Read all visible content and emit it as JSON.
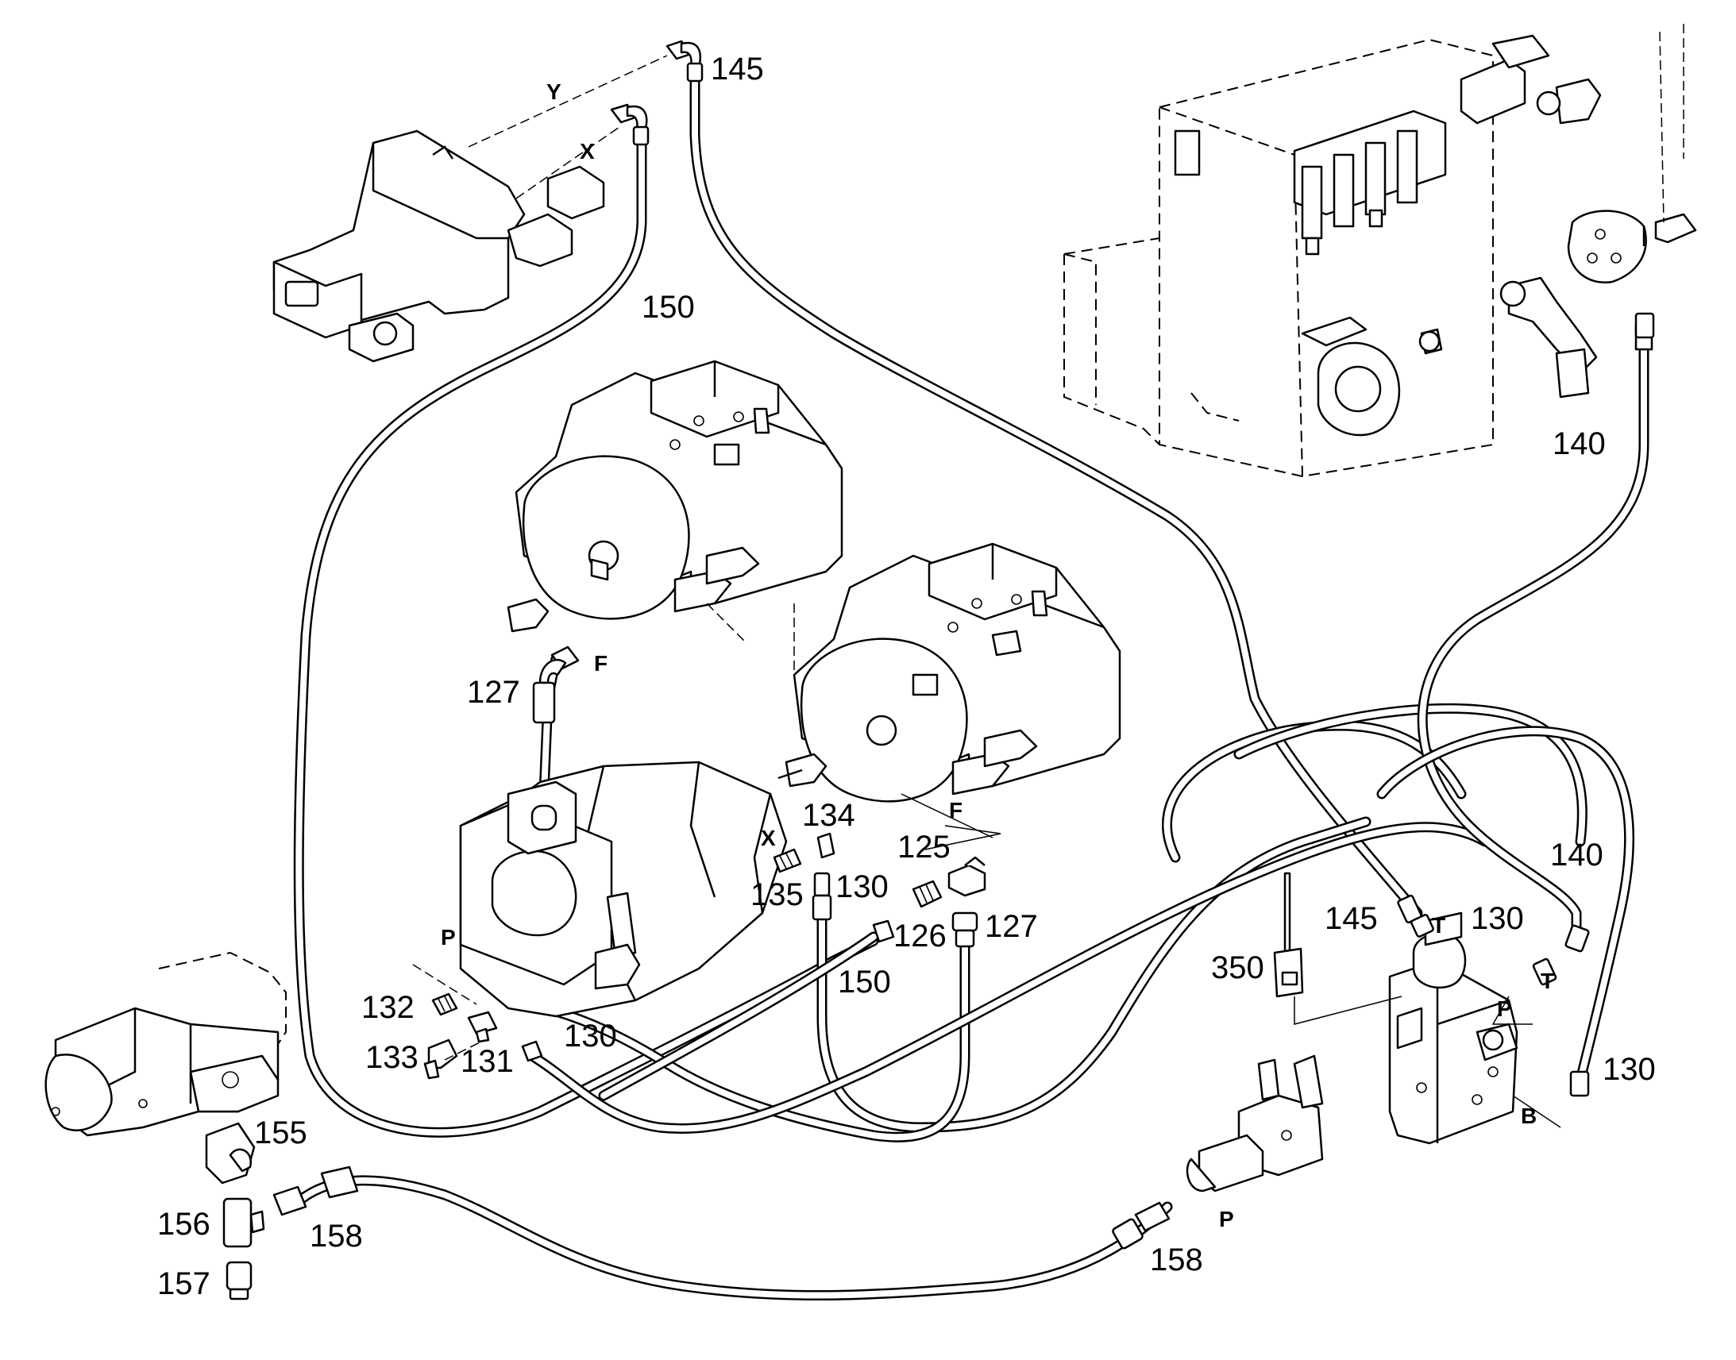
{
  "diagram": {
    "callouts": {
      "c145_top": "145",
      "c150_top": "150",
      "c140_top": "140",
      "c127_left": "127",
      "c134": "134",
      "c125": "125",
      "c135": "135",
      "c130_mid": "130",
      "c126": "126",
      "c127_mid": "127",
      "c150_mid": "150",
      "c132": "132",
      "c133": "133",
      "c131": "131",
      "c130_low": "130",
      "c155": "155",
      "c156": "156",
      "c157": "157",
      "c158_left": "158",
      "c158_right": "158",
      "c145_right": "145",
      "c130_right1": "130",
      "c140_right": "140",
      "c350": "350",
      "c130_right2": "130"
    },
    "ports": {
      "y": "Y",
      "x_top": "X",
      "f_upper": "F",
      "f_lower": "F",
      "x_mid": "X",
      "p_pump": "P",
      "t_valve1": "T",
      "t_valve2": "T",
      "p_valve": "P",
      "b_valve": "B",
      "p_solenoid": "P"
    }
  }
}
